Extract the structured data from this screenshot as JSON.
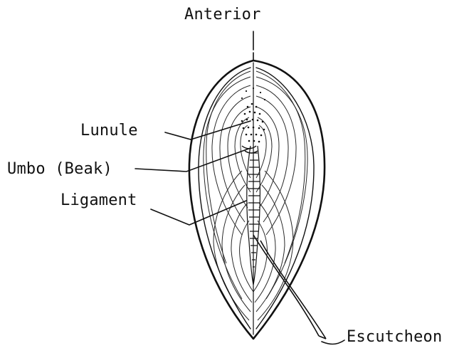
{
  "figure": {
    "labels": {
      "anterior": "Anterior",
      "lunule": "Lunule",
      "umbo": "Umbo (Beak)",
      "ligament": "Ligament",
      "escutcheon": "Escutcheon"
    }
  },
  "colors": {
    "ink": "#111111",
    "background": "#ffffff"
  }
}
